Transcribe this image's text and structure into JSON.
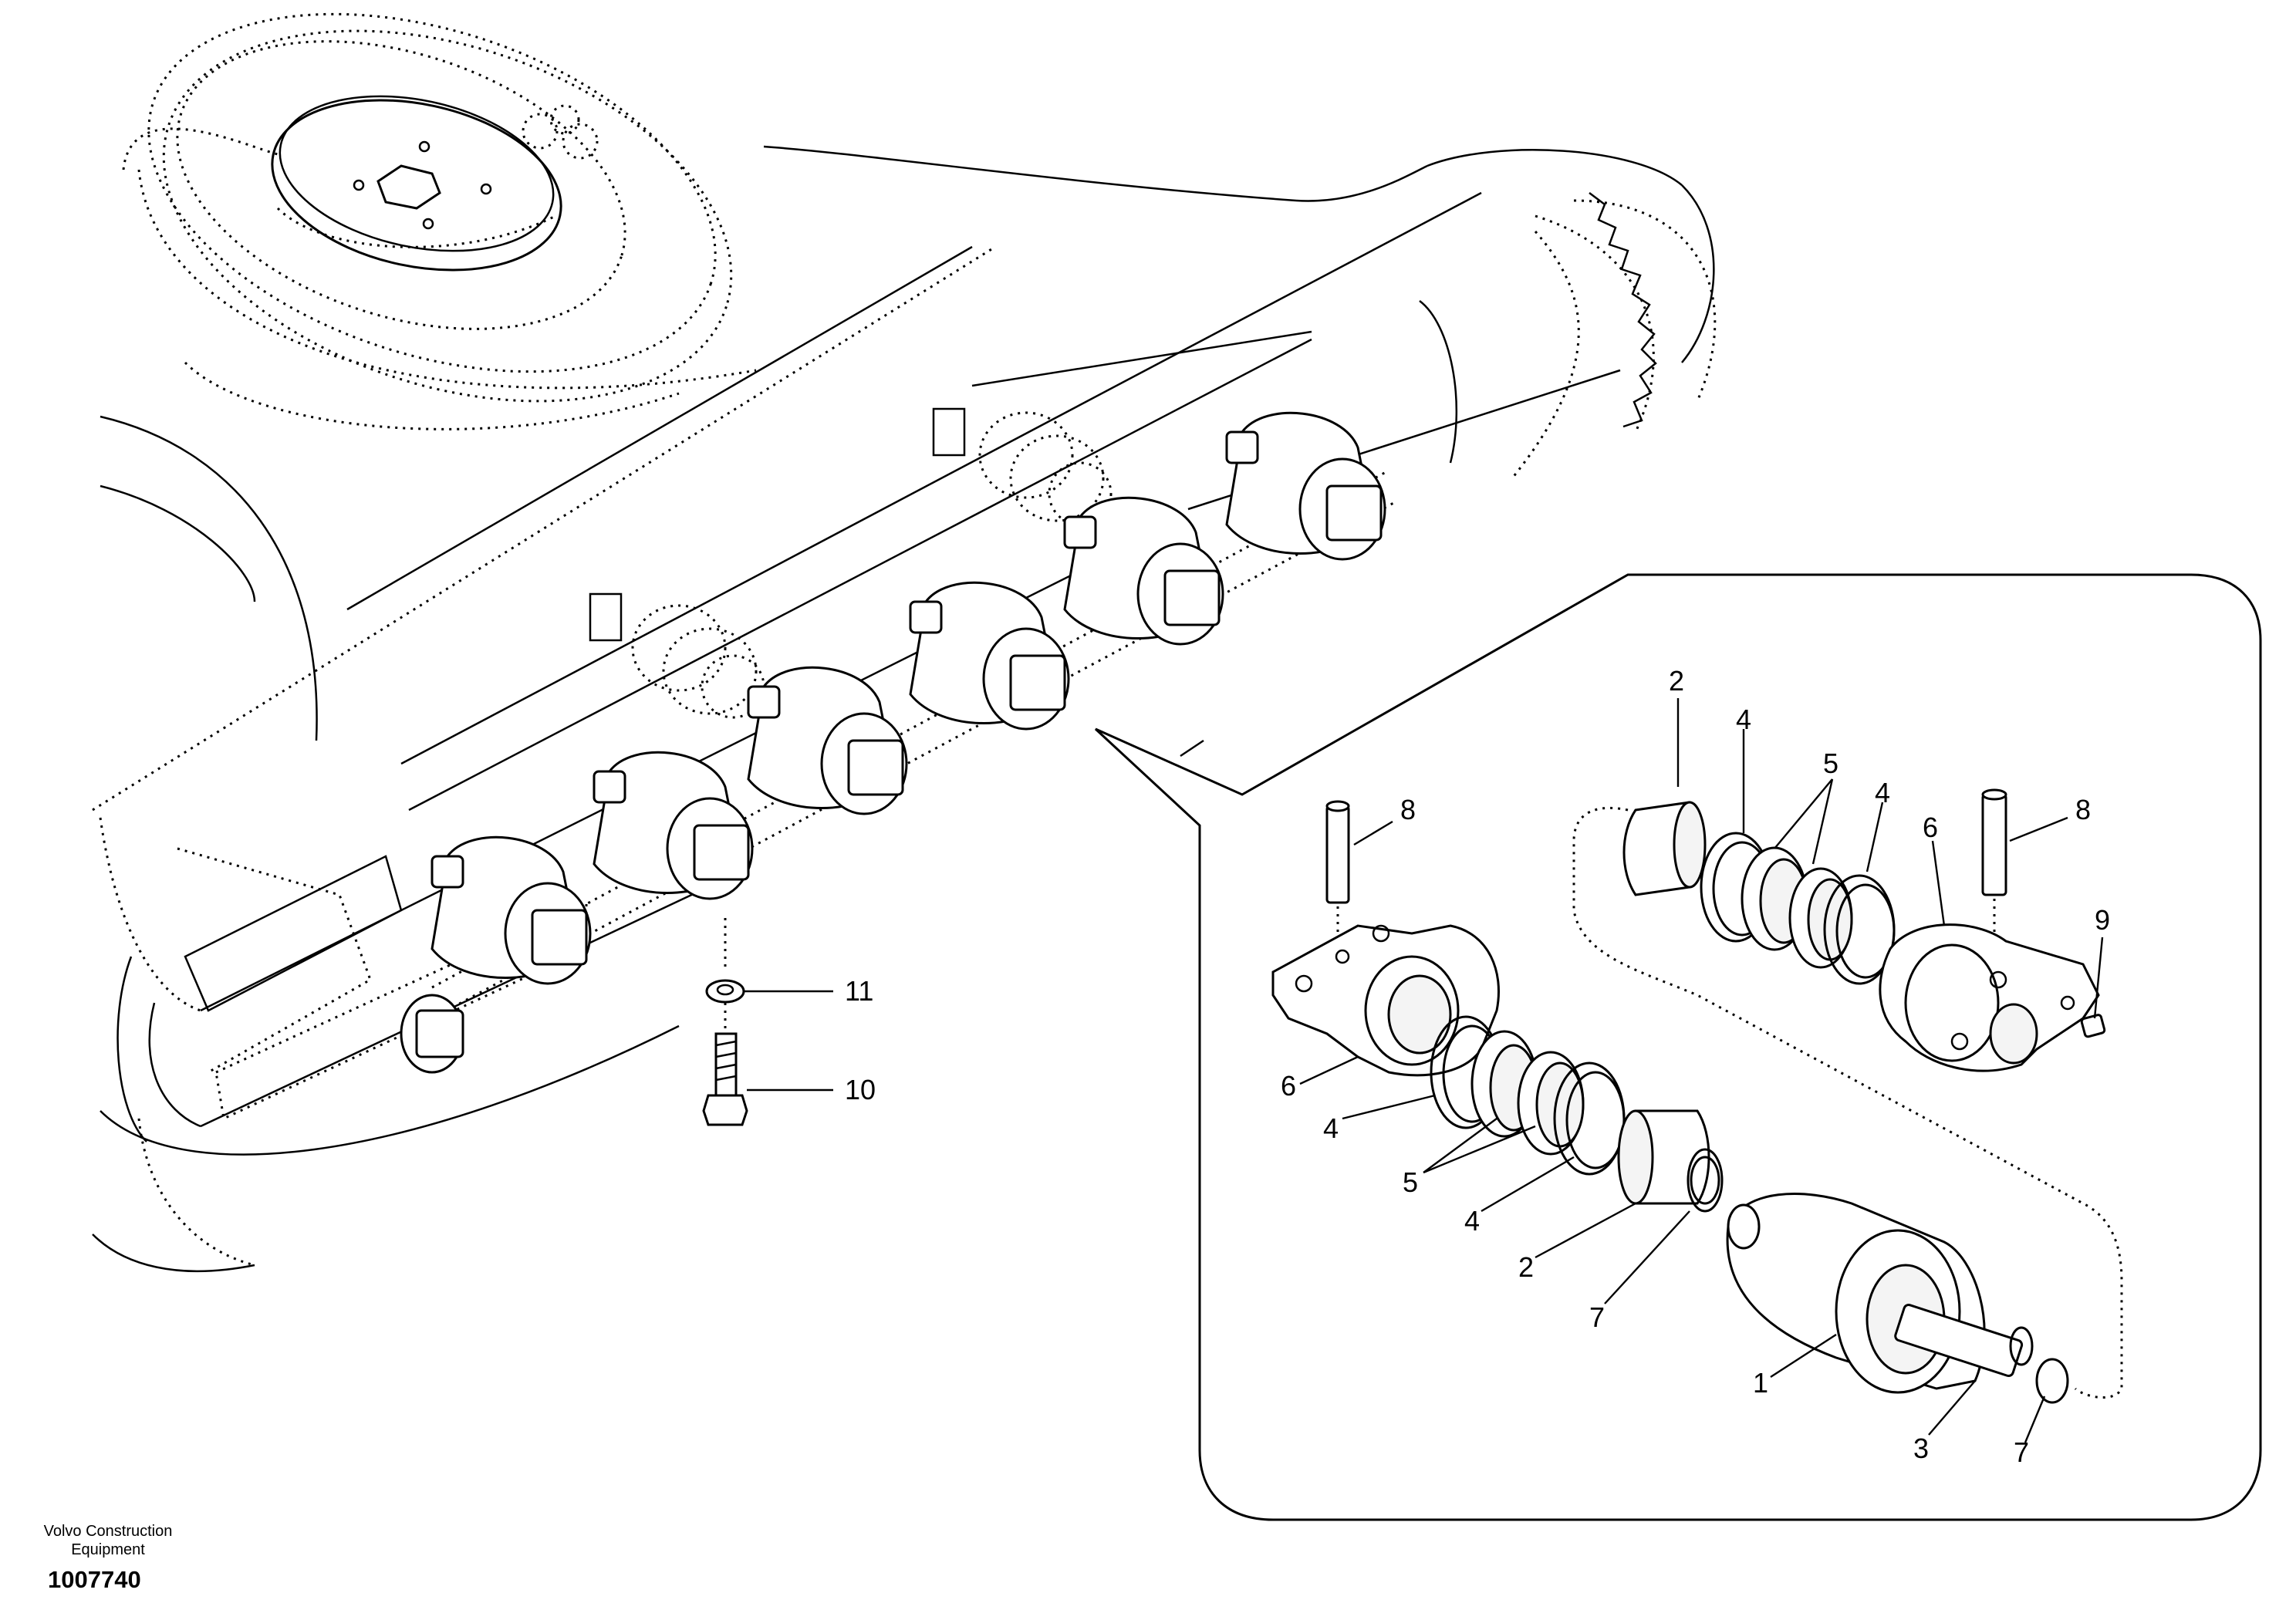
{
  "diagram": {
    "callouts": {
      "c1": "1",
      "c2a": "2",
      "c2b": "2",
      "c3": "3",
      "c4a": "4",
      "c4b": "4",
      "c4c": "4",
      "c4d": "4",
      "c5a": "5",
      "c5b": "5",
      "c6a": "6",
      "c6b": "6",
      "c7a": "7",
      "c7b": "7",
      "c8a": "8",
      "c8b": "8",
      "c9": "9",
      "c10": "10",
      "c11": "11"
    }
  },
  "footer": {
    "brand_line1": "Volvo Construction",
    "brand_line2": "Equipment",
    "drawing_number": "1007740"
  }
}
